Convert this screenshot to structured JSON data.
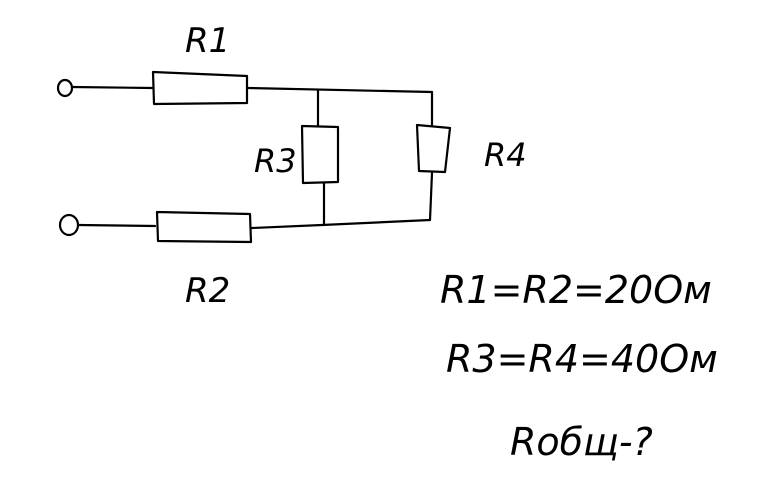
{
  "labels": {
    "r1": "R1",
    "r2": "R2",
    "r3": "R3",
    "r4": "R4"
  },
  "givens": {
    "line1": "R1=R2=20Ом",
    "line2": "R3=R4=40Ом",
    "line3": "Rобщ-?"
  }
}
